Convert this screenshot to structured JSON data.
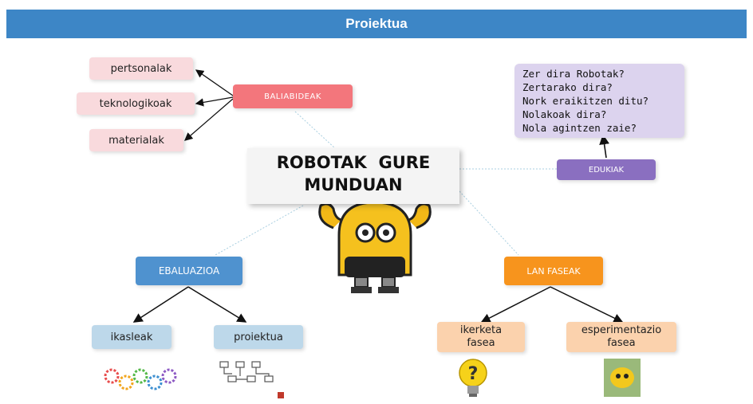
{
  "header": {
    "title": "Proiektua"
  },
  "map": {
    "center": {
      "line1": "ROBOTAK  GURE",
      "line2": "MUNDUAN"
    },
    "baliabideak": {
      "label": "BALIABIDEAK",
      "children": [
        "pertsonalak",
        "teknologikoak",
        "materialak"
      ]
    },
    "edukiak": {
      "label": "EDUKIAK",
      "questions": [
        "Zer dira Robotak?",
        "Zertarako dira?",
        "Nork eraikitzen ditu?",
        "Nolakoak dira?",
        "Nola agintzen zaie?"
      ]
    },
    "ebaluazioa": {
      "label": "EBALUAZIOA",
      "children": [
        "ikasleak",
        "proiektua"
      ]
    },
    "lan_faseak": {
      "label": "LAN FASEAK",
      "children": [
        {
          "line1": "ikerketa",
          "line2": "fasea"
        },
        {
          "line1": "esperimentazio",
          "line2": "fasea"
        }
      ]
    }
  },
  "colors": {
    "header": "#3d86c6",
    "baliabideak": "#f3767c",
    "ebaluazioa": "#4f92cf",
    "lan_faseak": "#f7941d",
    "edukiak": "#8a6fc0"
  }
}
